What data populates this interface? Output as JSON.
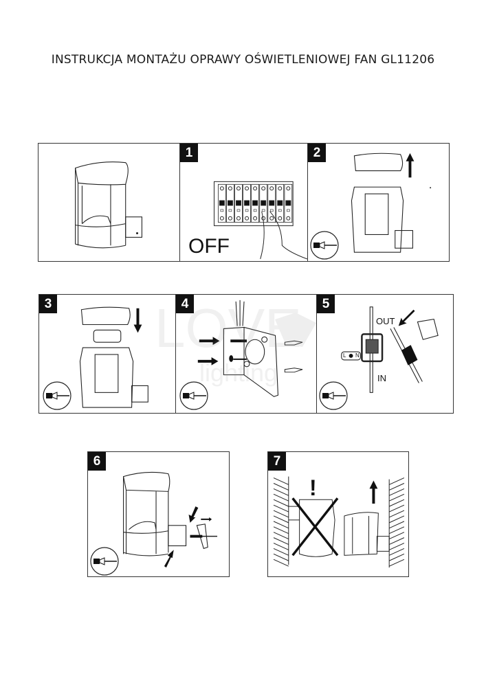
{
  "document": {
    "title": "INSTRUKCJA MONTAŻU OPRAWY OŚWIETLENIOWEJ FAN GL11206"
  },
  "steps": [
    {
      "number": "",
      "description": "product-overview"
    },
    {
      "number": "1",
      "text": "OFF"
    },
    {
      "number": "2"
    },
    {
      "number": "3"
    },
    {
      "number": "4"
    },
    {
      "number": "5",
      "labels": {
        "out": "OUT",
        "in": "IN",
        "l": "L",
        "n": "N"
      }
    },
    {
      "number": "6"
    },
    {
      "number": "7",
      "warning": "!"
    }
  ],
  "watermark": {
    "text": "LOVE lighting"
  },
  "colors": {
    "ink": "#111111",
    "border": "#333333",
    "background": "#ffffff"
  }
}
